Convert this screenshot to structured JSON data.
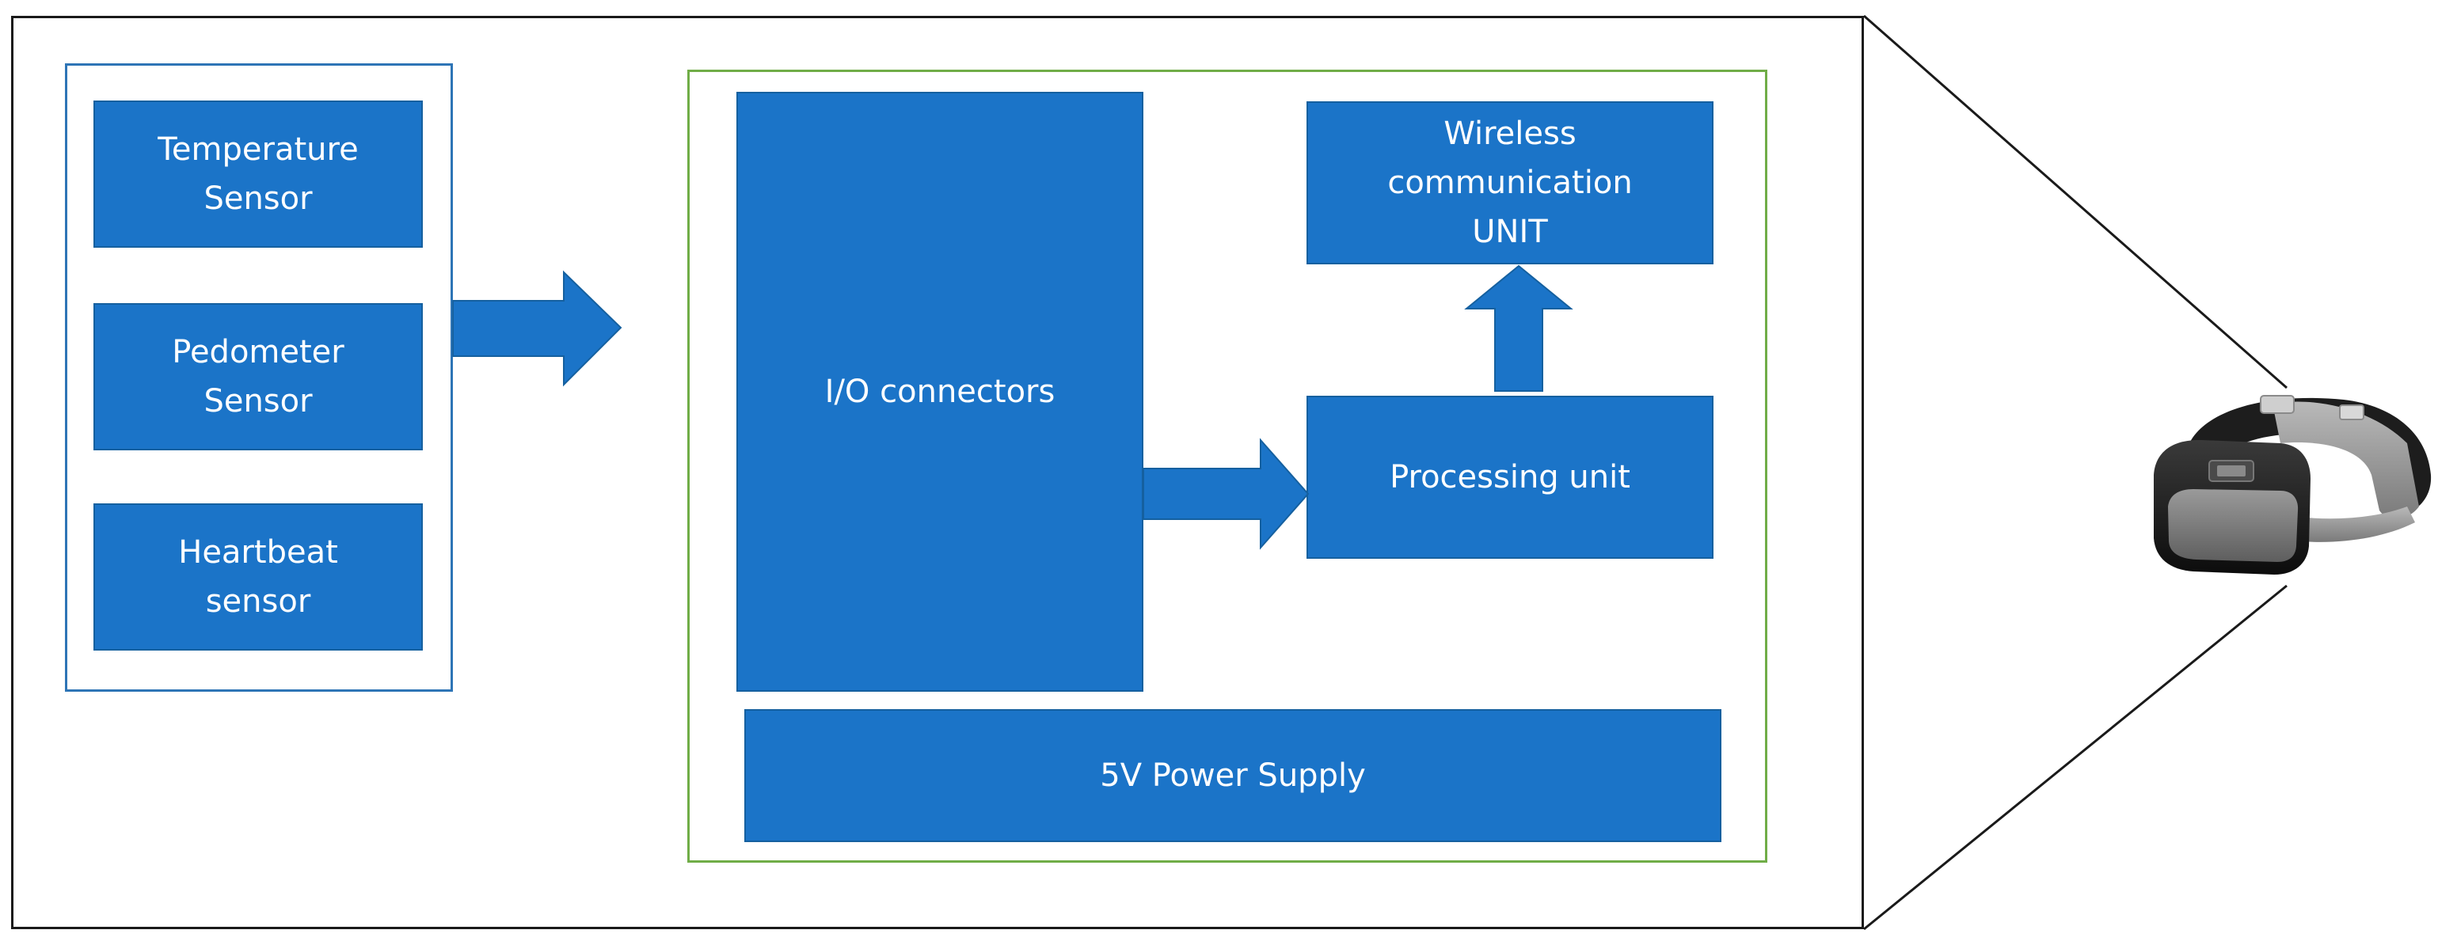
{
  "diagram": {
    "sensors": {
      "temperature": [
        "Temperature",
        "Sensor"
      ],
      "pedometer": [
        "Pedometer",
        "Sensor"
      ],
      "heartbeat": [
        "Heartbeat",
        "sensor"
      ]
    },
    "io_connectors": "I/O connectors",
    "processing_unit": "Processing unit",
    "wireless_unit": [
      "Wireless",
      "communication",
      "UNIT"
    ],
    "power_supply": "5V Power Supply"
  },
  "colors": {
    "block_fill": "#1b74c8",
    "sensor_group_border": "#2e75b6",
    "main_group_border": "#70ad47",
    "frame_border": "#1a1a1a"
  },
  "icons": {
    "device": "dog-collar-icon"
  }
}
